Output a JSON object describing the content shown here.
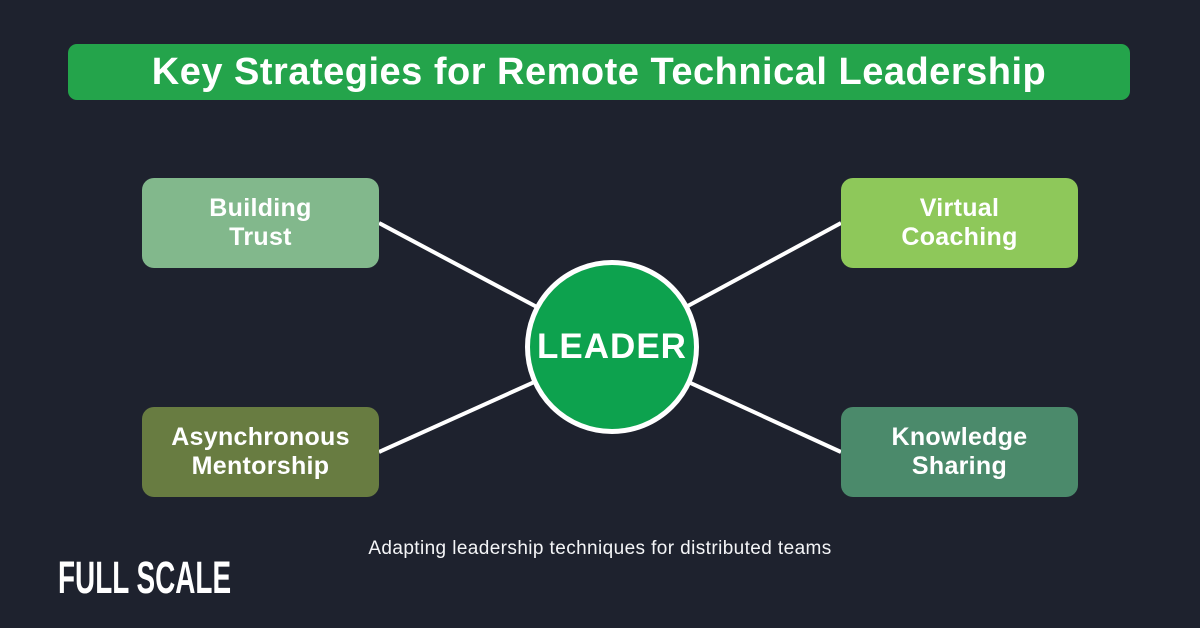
{
  "page": {
    "background_color": "#1e222e"
  },
  "header": {
    "title": "Key Strategies for Remote Technical Leadership",
    "bar_color": "#24a44b",
    "text_color": "#ffffff"
  },
  "diagram": {
    "center": {
      "label": "LEADER",
      "circle_color": "#0da24e",
      "border_color": "#ffffff"
    },
    "connector_color": "#ffffff",
    "nodes": [
      {
        "id": "building-trust",
        "label": "Building\nTrust",
        "color": "#82b88c",
        "position": "top-left"
      },
      {
        "id": "virtual-coaching",
        "label": "Virtual\nCoaching",
        "color": "#8ec85a",
        "position": "top-right"
      },
      {
        "id": "asynchronous-mentorship",
        "label": "Asynchronous\nMentorship",
        "color": "#687c41",
        "position": "bottom-left"
      },
      {
        "id": "knowledge-sharing",
        "label": "Knowledge\nSharing",
        "color": "#4b8a6b",
        "position": "bottom-right"
      }
    ]
  },
  "footer": {
    "caption": "Adapting leadership techniques for distributed teams",
    "logo_text": "FULL SCALE"
  }
}
